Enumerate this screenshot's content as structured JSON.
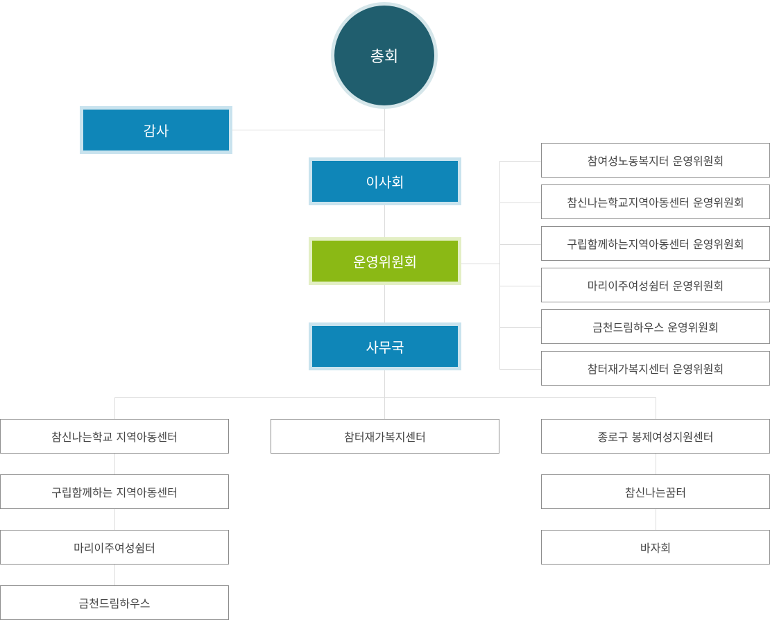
{
  "top": {
    "label": "총회"
  },
  "audit": {
    "label": "감사"
  },
  "board": {
    "label": "이사회"
  },
  "committee": {
    "label": "운영위원회"
  },
  "secretariat": {
    "label": "사무국"
  },
  "committees": [
    "참여성노동복지터 운영위원회",
    "참신나는학교지역아동센터 운영위원회",
    "구립함께하는지역아동센터 운영위원회",
    "마리이주여성쉼터 운영위원회",
    "금천드림하우스 운영위원회",
    "참터재가복지센터 운영위원회"
  ],
  "left_column": [
    "참신나는학교 지역아동센터",
    "구립함께하는 지역아동센터",
    "마리이주여성쉼터",
    "금천드림하우스"
  ],
  "center_column": [
    "참터재가복지센터"
  ],
  "right_column": [
    "종로구 봉제여성지원센터",
    "참신나는꿈터",
    "바자회"
  ]
}
